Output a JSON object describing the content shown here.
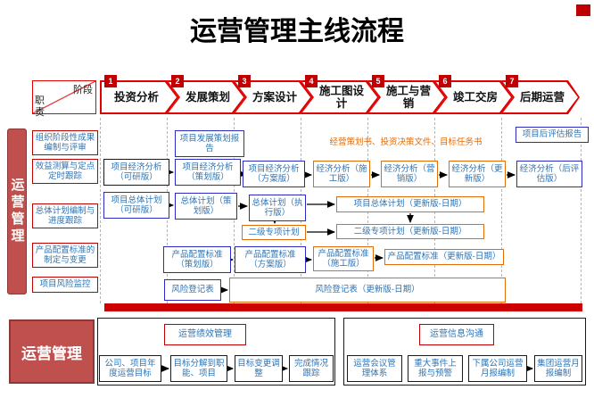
{
  "title": "运营管理主线流程",
  "corner": {
    "stage": "阶段",
    "role": "职责"
  },
  "header": {
    "stages": [
      {
        "num": "1",
        "label": "投资分析"
      },
      {
        "num": "2",
        "label": "发展策划"
      },
      {
        "num": "3",
        "label": "方案设计"
      },
      {
        "num": "4",
        "label": "施工图设计"
      },
      {
        "num": "5",
        "label": "施工与营销"
      },
      {
        "num": "6",
        "label": "竣工交房"
      },
      {
        "num": "7",
        "label": "后期运营"
      }
    ]
  },
  "sidebar": {
    "label": "运营管理"
  },
  "rows": [
    "组织阶段性成果编制与评审",
    "效益测算与定点定时跟踪",
    "总体计划编制与进度跟踪",
    "产品配置标准的制定与变更",
    "项目风险监控"
  ],
  "flow": {
    "dev_report": "项目发展策划报告",
    "strategy_docs": "经营策划书、投资决策文件、目标任务书",
    "post_eval_report": "项目后评估报告",
    "econ": [
      "项目经济分析（可研版）",
      "项目经济分析（策划版）",
      "项目经济分析（方案版）",
      "经济分析（施工版）",
      "经济分析（营销版）",
      "经济分析（更新版）",
      "经济分析（后评估版）"
    ],
    "plan": [
      "项目总体计划（可研版）",
      "总体计划（策划版）",
      "总体计划（执行版）",
      "项目总体计划（更新版-日期）"
    ],
    "sub": [
      "二级专项计划",
      "二级专项计划（更新版-日期）"
    ],
    "product": [
      "产品配置标准（策划版）",
      "产品配置标准（方案版）",
      "产品配置标准（施工版）",
      "产品配置标准（更新版-日期）"
    ],
    "risk": [
      "风险登记表",
      "风险登记表（更新版-日期）"
    ]
  },
  "bottom": {
    "side_label": "运营管理",
    "perf": {
      "title": "运营绩效管理",
      "items": [
        "公司、项目年度运营目标",
        "目标分解到职能、项目",
        "目标变更调整",
        "完成情况跟踪"
      ]
    },
    "info": {
      "title": "运营信息沟通",
      "items": [
        "运营会议管理体系",
        "重大事件上报与预警",
        "下属公司运营月报编制",
        "集团运营月报编制"
      ]
    }
  },
  "colors": {
    "red": "#c00000",
    "bright_red": "#e00000",
    "brick": "#c0504d",
    "blue_border": "#2b2bc4",
    "orange": "#e36c09",
    "text_blue": "#2e74b5"
  }
}
